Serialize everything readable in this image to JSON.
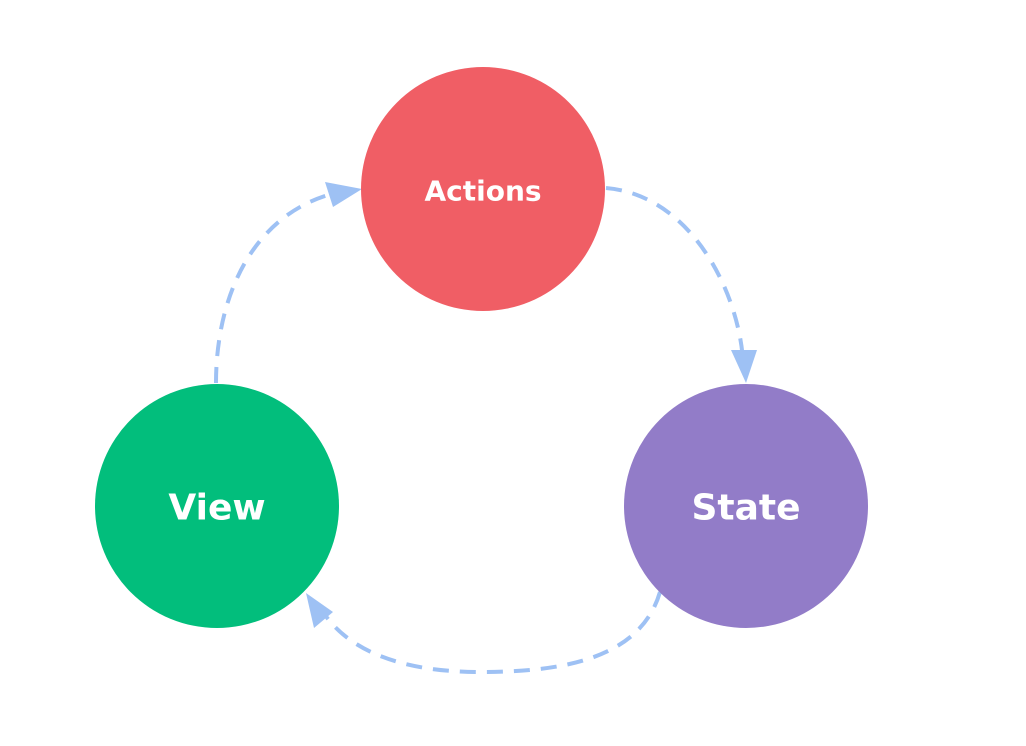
{
  "diagram": {
    "nodes": {
      "actions": {
        "label": "Actions",
        "color": "#F05E65"
      },
      "state": {
        "label": "State",
        "color": "#927CC8"
      },
      "view": {
        "label": "View",
        "color": "#02BE7C"
      }
    },
    "edges": [
      {
        "from": "actions",
        "to": "state"
      },
      {
        "from": "state",
        "to": "view"
      },
      {
        "from": "view",
        "to": "actions"
      }
    ],
    "edge_color": "#9EC1F4",
    "edge_style": "dashed"
  }
}
